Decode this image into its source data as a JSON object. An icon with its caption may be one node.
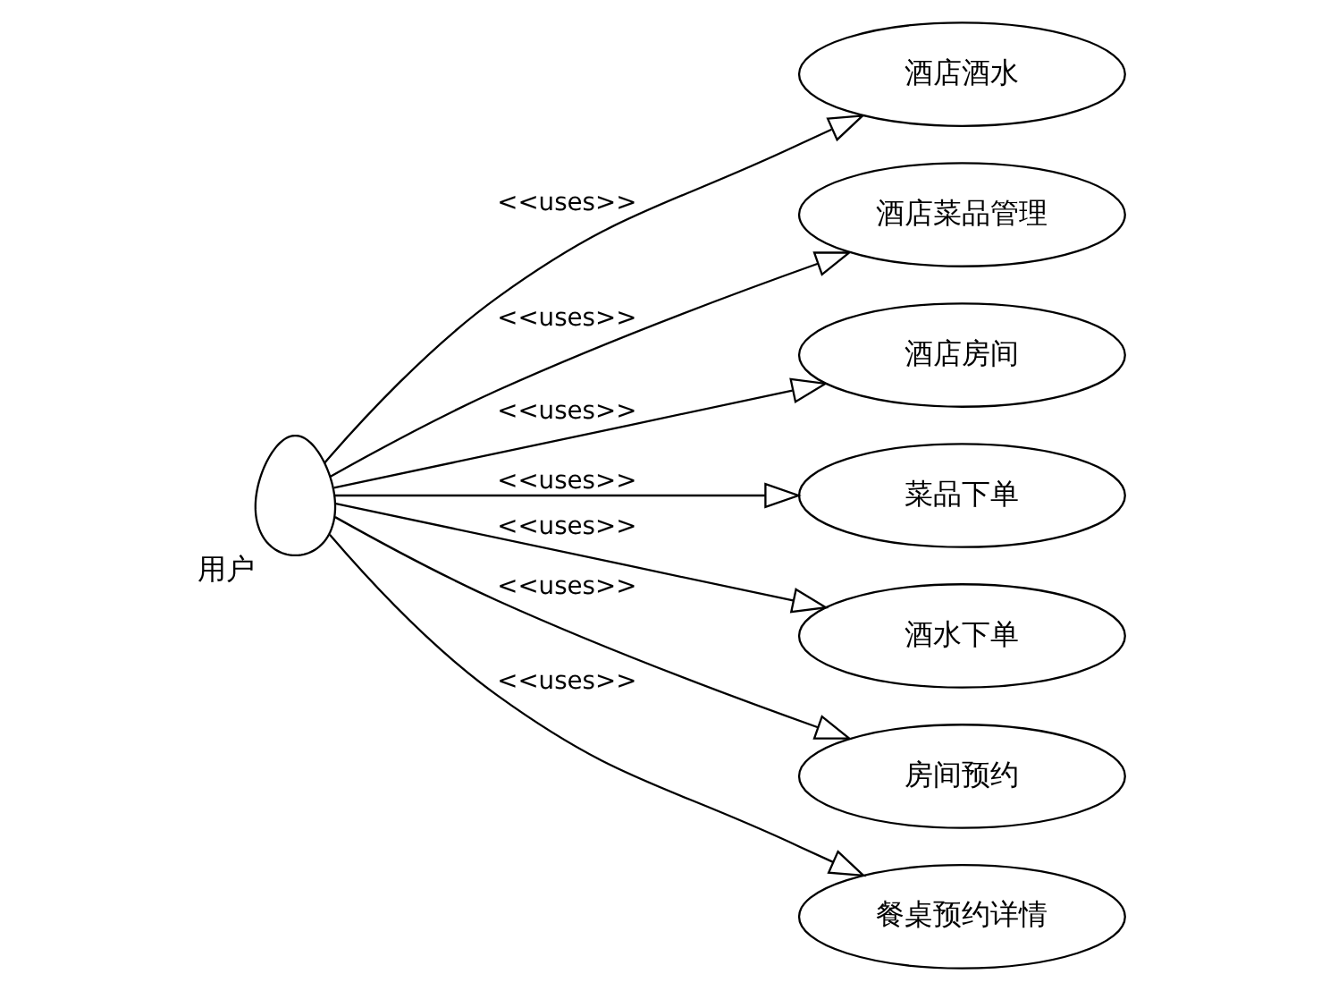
{
  "diagram": {
    "nodes": [
      {
        "text": [],
        "shape": "person",
        "beside": [
          "用户"
        ]
      },
      {
        "text": [
          "酒店酒水"
        ]
      },
      {
        "text": [
          "酒店菜品管理"
        ]
      },
      {
        "text": [
          "酒店房间"
        ]
      },
      {
        "text": [
          "菜品下单"
        ]
      },
      {
        "text": [
          "酒水下单"
        ]
      },
      {
        "text": [
          "房间预约"
        ]
      },
      {
        "text": [
          "餐桌预约详情"
        ]
      }
    ],
    "edges": [
      {
        "from": 0,
        "to": 1,
        "arrow": "to",
        "label": "<<uses>>"
      },
      {
        "from": 0,
        "to": 2,
        "arrow": "to",
        "label": "<<uses>>"
      },
      {
        "from": 0,
        "to": 3,
        "arrow": "to",
        "label": "<<uses>>"
      },
      {
        "from": 0,
        "to": 4,
        "arrow": "to",
        "label": "<<uses>>"
      },
      {
        "from": 0,
        "to": 5,
        "arrow": "to",
        "label": "<<uses>>"
      },
      {
        "from": 0,
        "to": 6,
        "arrow": "to",
        "label": "<<uses>>"
      },
      {
        "from": 0,
        "to": 7,
        "arrow": "to",
        "label": "<<uses>>"
      }
    ]
  }
}
